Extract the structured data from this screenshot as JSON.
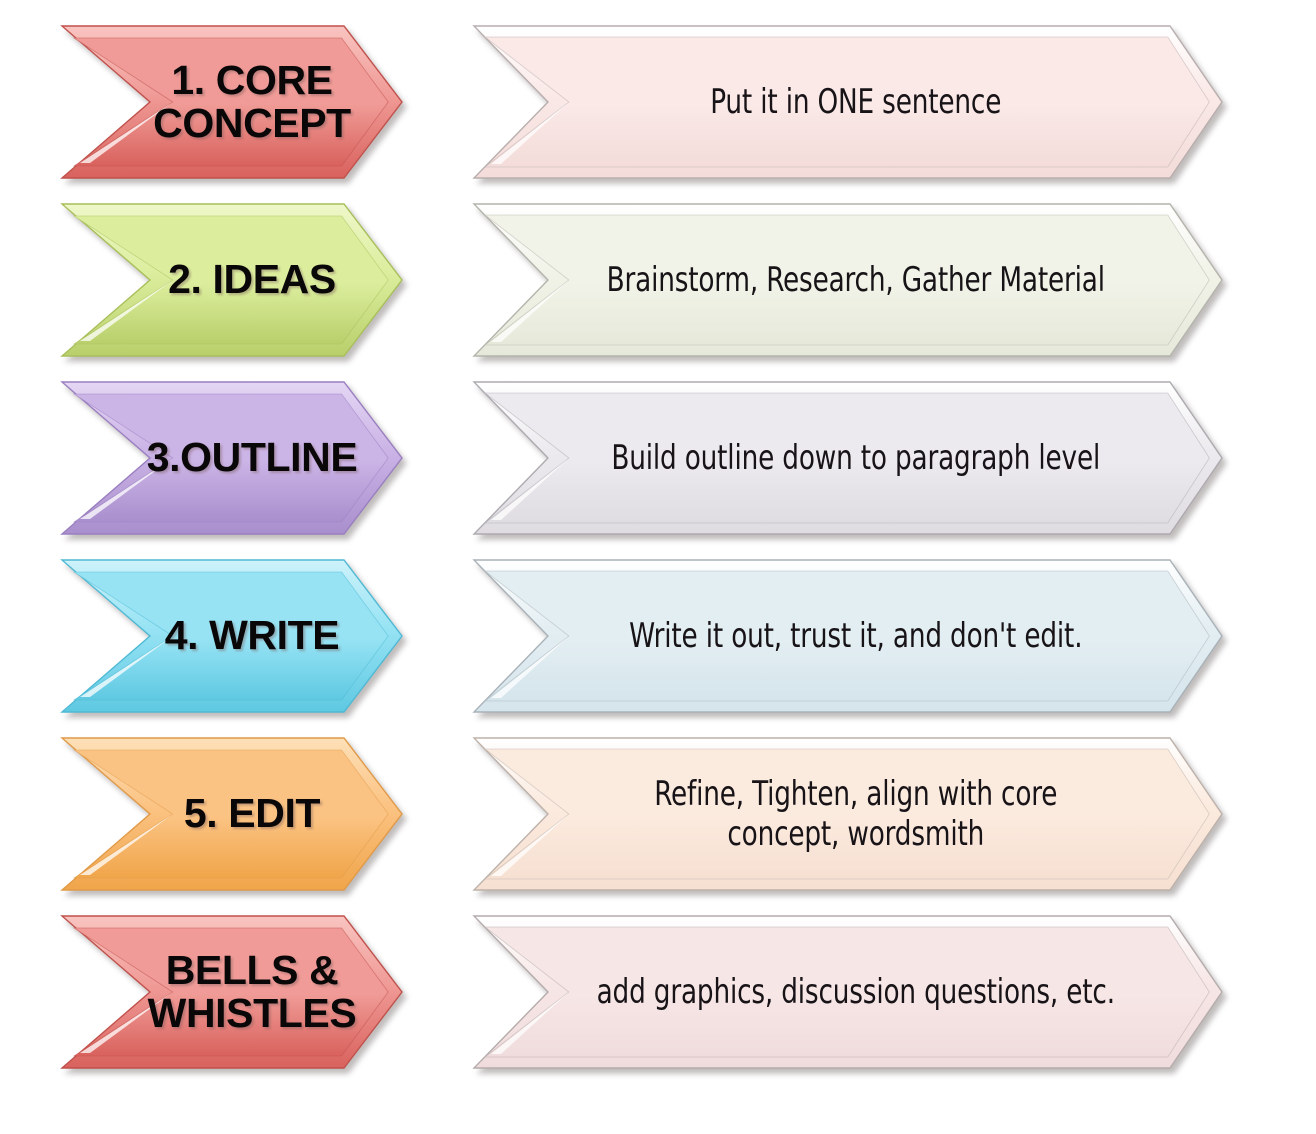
{
  "title": "Writing Process — 6 Step Chevron Flow",
  "layout": {
    "rows": 6,
    "columns": [
      "stage",
      "detail"
    ],
    "background": "#ffffff"
  },
  "rows": [
    {
      "index": 1,
      "stage": {
        "label": "1. CORE\nCONCEPT",
        "fill_top": "#f09b97",
        "fill_bottom": "#d9625d",
        "edge": "#c0514c",
        "highlight": "#f9c4c0"
      },
      "detail": {
        "label": "Put it in ONE sentence",
        "fill_top": "#fae9e7",
        "fill_bottom": "#f3dcd9",
        "edge": "#b9aeae",
        "highlight": "#ffffff"
      }
    },
    {
      "index": 2,
      "stage": {
        "label": "2. IDEAS",
        "fill_top": "#dcee9e",
        "fill_bottom": "#b9cf6b",
        "edge": "#a8bf5b",
        "highlight": "#eef7c9"
      },
      "detail": {
        "label": "Brainstorm, Research, Gather Material",
        "fill_top": "#f1f3e8",
        "fill_bottom": "#e6e9da",
        "edge": "#b4b4ac",
        "highlight": "#ffffff"
      }
    },
    {
      "index": 3,
      "stage": {
        "label": "3.OUTLINE",
        "fill_top": "#cbb4e6",
        "fill_bottom": "#a98fcd",
        "edge": "#9a7fc0",
        "highlight": "#e4d6f4"
      },
      "detail": {
        "label": "Build outline down to paragraph level",
        "fill_top": "#eceaee",
        "fill_bottom": "#dfdce2",
        "edge": "#adaab0",
        "highlight": "#ffffff"
      }
    },
    {
      "index": 4,
      "stage": {
        "label": "4. WRITE",
        "fill_top": "#97e3f4",
        "fill_bottom": "#5fc9e2",
        "edge": "#4fb9d4",
        "highlight": "#cdf2fa"
      },
      "detail": {
        "label": "Write it out, trust it, and don't edit.",
        "fill_top": "#e3eef2",
        "fill_bottom": "#d5e5ec",
        "edge": "#a9b2b8",
        "highlight": "#ffffff"
      }
    },
    {
      "index": 5,
      "stage": {
        "label": "5. EDIT",
        "fill_top": "#fbc383",
        "fill_bottom": "#f0a košt",
        "edge": "#e09a48",
        "highlight": "#fde0b8"
      },
      "detail": {
        "label": "Refine, Tighten, align with core\nconcept, wordsmith",
        "fill_top": "#fbeade",
        "fill_bottom": "#f6e0d2",
        "edge": "#bdb2aa",
        "highlight": "#ffffff"
      }
    },
    {
      "index": 6,
      "stage": {
        "label": "BELLS &\nWHISTLES",
        "fill_top": "#f09b97",
        "fill_bottom": "#d9625d",
        "edge": "#c0514c",
        "highlight": "#f9c4c0"
      },
      "detail": {
        "label": "add graphics, discussion questions, etc.",
        "fill_top": "#f7e6e6",
        "fill_bottom": "#f0dcdc",
        "edge": "#b5acac",
        "highlight": "#ffffff"
      }
    }
  ]
}
